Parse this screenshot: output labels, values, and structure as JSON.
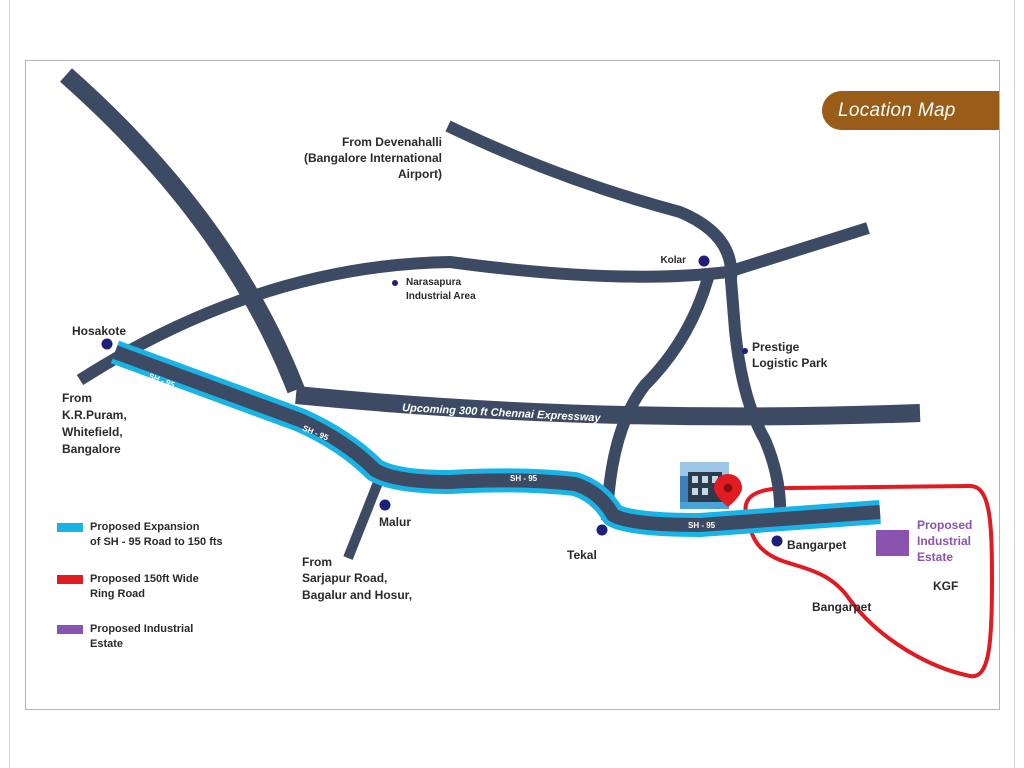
{
  "title": "Location Map",
  "colors": {
    "road": "#3c4a63",
    "expansion": "#1ab3e6",
    "ring_road": "#e01b22",
    "estate": "#8a53b0",
    "badge": "#9a5c19",
    "marker": "#e01b22"
  },
  "places": {
    "from_devenahalli": "From Devenahalli",
    "bangalore_airport": "(Bangalore International",
    "airport": "Airport)",
    "kolar": "Kolar",
    "narasapura": "Narasapura",
    "industrial_area": "Industrial Area",
    "hosakote": "Hosakote",
    "prestige": "Prestige",
    "logistic_park": "Logistic Park",
    "from": "From",
    "kr_puram": "K.R.Puram,",
    "whitefield": "Whitefield,",
    "bangalore": "Bangalore",
    "malur": "Malur",
    "tekal": "Tekal",
    "bangarpet_station": "Bangarpet",
    "bangarpet_region": "Bangarpet",
    "kgf": "KGF",
    "from_sarjapur": "From",
    "sarjapur_road": "Sarjapur Road,",
    "bagalur_hosur": "Bagalur and Hosur,",
    "proposed": "Proposed",
    "industrial": "Industrial",
    "estate": "Estate"
  },
  "road_labels": {
    "sh95_a": "SH - 95",
    "sh95_b": "SH - 95",
    "sh95_c": "SH - 95",
    "sh95_d": "SH - 95",
    "expressway": "Upcoming 300 ft Chennai Expressway"
  },
  "legend": [
    {
      "label": "Proposed Expansion\nof SH - 95 Road to 150 fts",
      "color": "#1ab3e6"
    },
    {
      "label": "Proposed 150ft Wide\nRing Road",
      "color": "#e01b22"
    },
    {
      "label": "Proposed Industrial\nEstate",
      "color": "#8a53b0"
    }
  ],
  "icons": {
    "location_marker": "map-pin-icon",
    "project_thumbnail": "building-photo-icon"
  }
}
